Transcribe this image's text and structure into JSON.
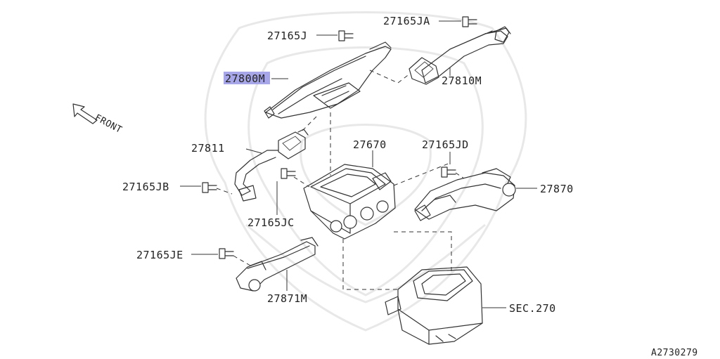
{
  "front_label": "FRONT",
  "reference_code": "A2730279",
  "selected_part": "27800M",
  "labels": {
    "p27165JA": "27165JA",
    "p27165J": "27165J",
    "p27800M": "27800M",
    "p27810M": "27810M",
    "p27811": "27811",
    "p27670": "27670",
    "p27165JD": "27165JD",
    "p27165JB": "27165JB",
    "p27870": "27870",
    "p27165JC": "27165JC",
    "p27165JE": "27165JE",
    "p27871M": "27871M",
    "sec270": "SEC.270"
  },
  "colors": {
    "highlight": "#a6a6e8",
    "ink": "#333333",
    "watermark": "#e8e8e8"
  }
}
